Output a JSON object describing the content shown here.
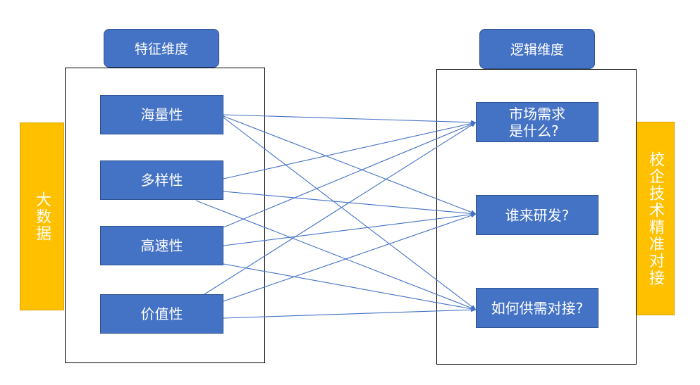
{
  "left_bar": {
    "text": "大数据"
  },
  "right_bar": {
    "text": "校企技术精准对接"
  },
  "left_header": {
    "label": "特征维度"
  },
  "right_header": {
    "label": "逻辑维度"
  },
  "features": [
    {
      "id": "volume",
      "label": "海量性"
    },
    {
      "id": "variety",
      "label": "多样性"
    },
    {
      "id": "velocity",
      "label": "高速性"
    },
    {
      "id": "value",
      "label": "价值性"
    }
  ],
  "logic": [
    {
      "id": "demand",
      "label": "市场需求\n是什么?"
    },
    {
      "id": "who",
      "label": "谁来研发?"
    },
    {
      "id": "match",
      "label": "如何供需对接?"
    }
  ],
  "connections": [
    {
      "from": "volume",
      "to": "demand"
    },
    {
      "from": "volume",
      "to": "who"
    },
    {
      "from": "volume",
      "to": "match"
    },
    {
      "from": "variety",
      "to": "demand"
    },
    {
      "from": "variety",
      "to": "who"
    },
    {
      "from": "variety",
      "to": "match"
    },
    {
      "from": "velocity",
      "to": "demand"
    },
    {
      "from": "velocity",
      "to": "who"
    },
    {
      "from": "velocity",
      "to": "match"
    },
    {
      "from": "value",
      "to": "demand"
    },
    {
      "from": "value",
      "to": "who"
    },
    {
      "from": "value",
      "to": "match"
    }
  ],
  "colors": {
    "node_fill": "#4472c4",
    "bar_fill": "#ffc000",
    "line": "#4472c4"
  }
}
